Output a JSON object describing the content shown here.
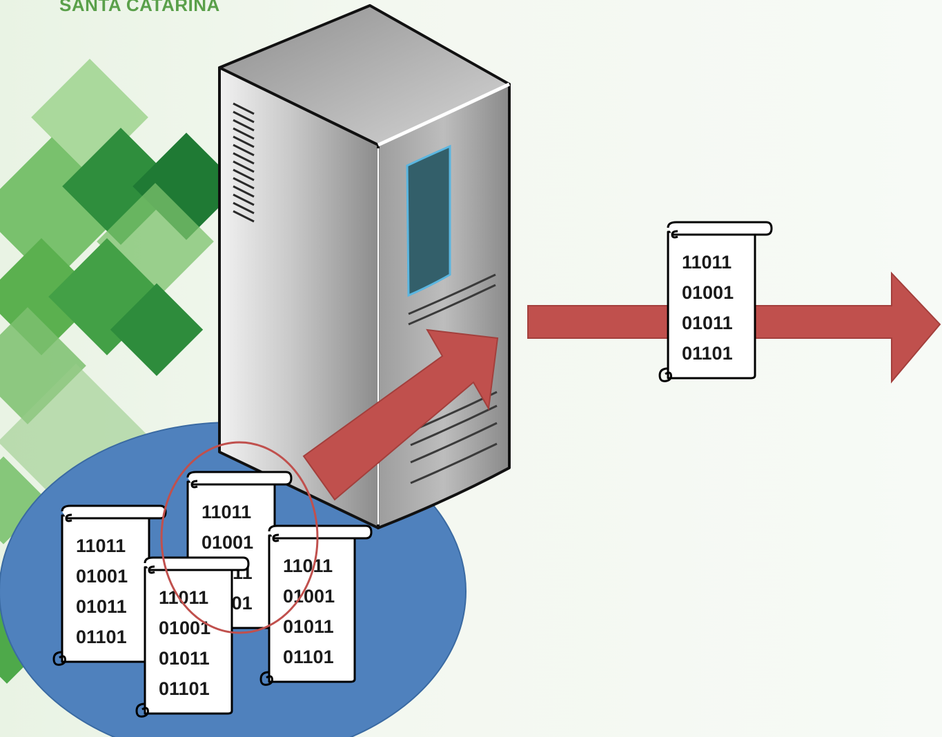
{
  "header": {
    "title": "SANTA CATARINA"
  },
  "scroll_lines": [
    "11011",
    "01001",
    "01011",
    "01101"
  ],
  "colors": {
    "arrow": "#c0504d",
    "disk": "#4f81bd",
    "highlight_ring": "#c0504d",
    "tile_green": "#5cab58"
  }
}
